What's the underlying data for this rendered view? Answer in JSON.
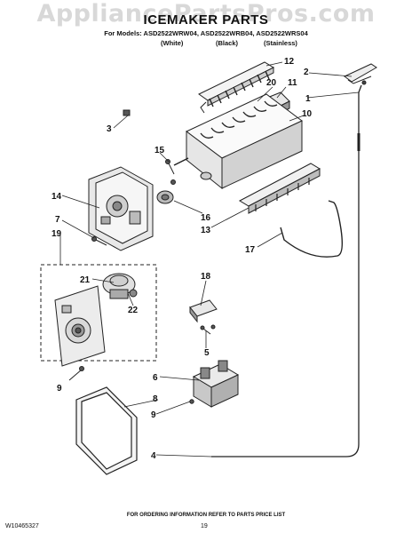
{
  "watermark": "AppliancePartsPros.com",
  "title": "ICEMAKER PARTS",
  "models": "For Models: ASD2522WRW04, ASD2522WRB04, ASD2522WRS04",
  "variants": [
    "(White)",
    "(Black)",
    "(Stainless)"
  ],
  "callouts": [
    "12",
    "2",
    "20",
    "11",
    "1",
    "3",
    "10",
    "15",
    "14",
    "16",
    "7",
    "13",
    "19",
    "17",
    "18",
    "21",
    "22",
    "5",
    "6",
    "8",
    "9",
    "9",
    "4"
  ],
  "footer": {
    "note": "FOR ORDERING INFORMATION REFER TO PARTS PRICE LIST",
    "doc_code": "W10465327",
    "page_number": "19"
  }
}
